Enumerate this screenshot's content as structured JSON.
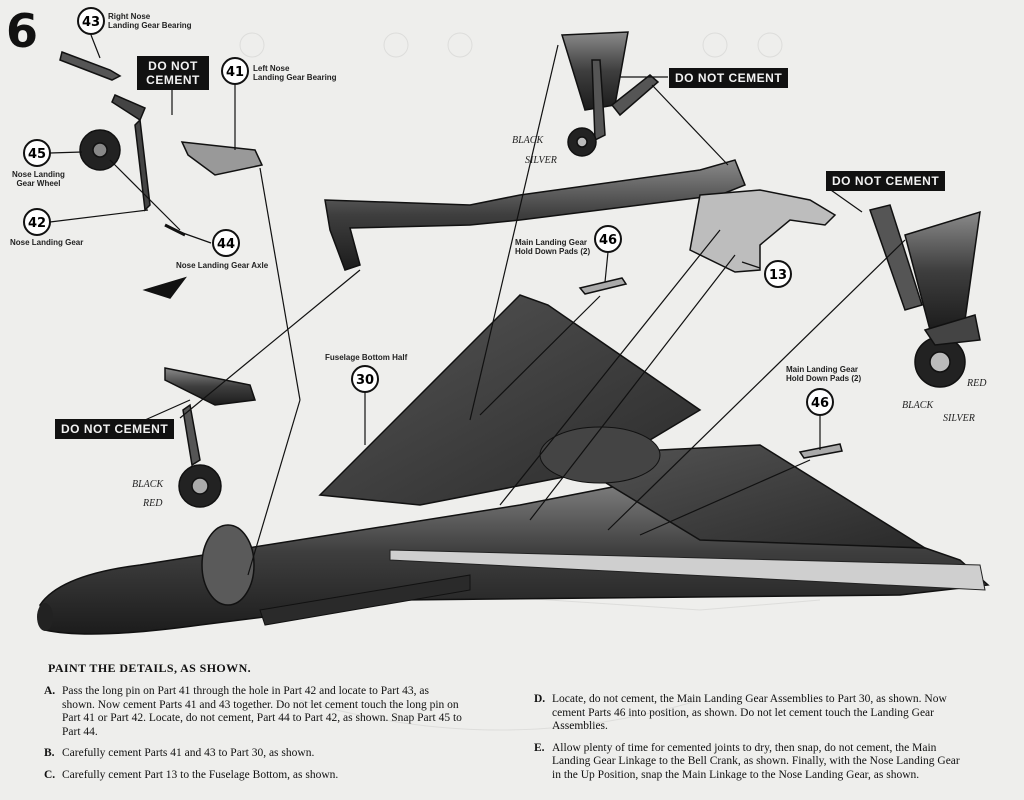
{
  "step_number": "6",
  "callouts": [
    {
      "num": "43",
      "label": "Right Nose\nLanding Gear Bearing"
    },
    {
      "num": "41",
      "label": "Left Nose\nLanding Gear Bearing"
    },
    {
      "num": "45",
      "label": "Nose Landing\nGear Wheel"
    },
    {
      "num": "42",
      "label": "Nose Landing Gear"
    },
    {
      "num": "44",
      "label": "Nose Landing Gear Axle"
    },
    {
      "num": "46",
      "label": "Main Landing Gear\nHold Down Pads (2)"
    },
    {
      "num": "13",
      "label": ""
    },
    {
      "num": "30",
      "label": "Fuselage Bottom Half"
    },
    {
      "num": "46",
      "label": "Main Landing Gear\nHold Down Pads (2)"
    }
  ],
  "warnings": [
    "DO NOT\nCEMENT",
    "DO NOT CEMENT",
    "DO NOT CEMENT",
    "DO NOT CEMENT"
  ],
  "paint_labels": {
    "black": "BLACK",
    "silver": "SILVER",
    "red": "RED"
  },
  "instructions": {
    "heading": "PAINT THE DETAILS, AS SHOWN.",
    "steps": [
      {
        "letter": "A.",
        "text": "Pass the long pin on Part 41 through the hole in Part 42 and locate to Part 43, as shown. Now cement Parts 41 and 43 together. Do not let cement touch the long pin on Part 41 or Part 42. Locate, do not cement, Part 44 to Part 42, as shown. Snap Part 45 to Part 44."
      },
      {
        "letter": "B.",
        "text": "Carefully cement Parts 41 and 43 to Part 30, as shown."
      },
      {
        "letter": "C.",
        "text": "Carefully cement Part 13 to the Fuselage Bottom, as shown."
      },
      {
        "letter": "D.",
        "text": "Locate, do not cement, the Main Landing Gear Assemblies to Part 30, as shown. Now cement Parts 46 into position, as shown. Do not let cement touch the Landing Gear Assemblies."
      },
      {
        "letter": "E.",
        "text": "Allow plenty of time for cemented joints to dry, then snap, do not cement, the Main Landing Gear Linkage to the Bell Crank, as shown. Finally, with the Nose Landing Gear in the Up Position, snap the Main Linkage to the Nose Landing Gear, as shown."
      }
    ]
  }
}
